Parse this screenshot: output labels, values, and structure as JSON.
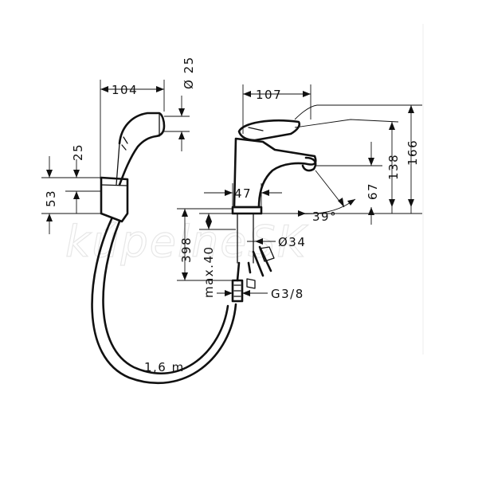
{
  "dimensions": {
    "handshower_length": "104",
    "handshower_diameter": "Ø 25",
    "holder_width": "25",
    "holder_height": "53",
    "spout_reach": "107",
    "tap_height": "166",
    "spout_height": "138",
    "lever_height": "67",
    "lever_angle": "39°",
    "base_diameter": "47",
    "connection_length": "398",
    "max_deck_thickness": "max.40",
    "hole_diameter": "Ø34",
    "thread": "G3/8",
    "hose_length": "1,6 m"
  },
  "watermark": "kúpelneSK"
}
